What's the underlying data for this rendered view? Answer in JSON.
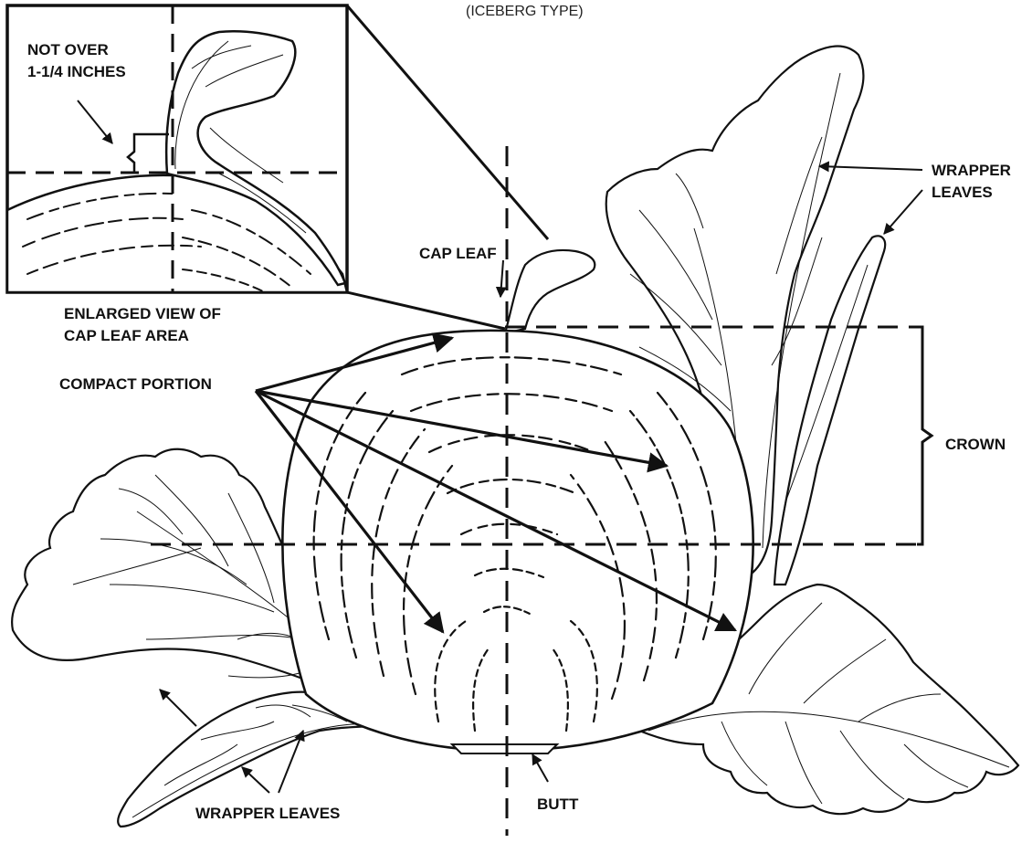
{
  "figure": {
    "title": "(ICEBERG TYPE)",
    "labels": {
      "not_over_line1": "NOT OVER",
      "not_over_line2": "1-1/4 INCHES",
      "enlarged_line1": "ENLARGED VIEW OF",
      "enlarged_line2": "CAP LEAF AREA",
      "cap_leaf": "CAP LEAF",
      "compact_portion": "COMPACT PORTION",
      "wrapper_leaves_right_line1": "WRAPPER",
      "wrapper_leaves_right_line2": "LEAVES",
      "crown": "CROWN",
      "butt": "BUTT",
      "wrapper_leaves_bottom": "WRAPPER LEAVES"
    },
    "colors": {
      "ink": "#111111",
      "paper": "#ffffff"
    }
  }
}
